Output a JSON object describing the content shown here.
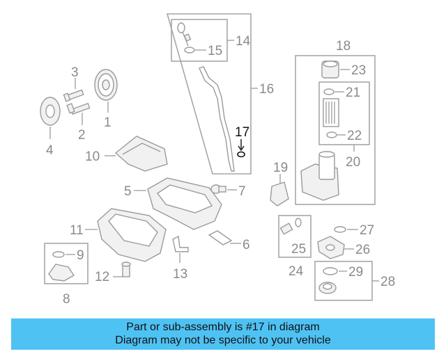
{
  "callouts": {
    "c1": "1",
    "c2": "2",
    "c3": "3",
    "c4": "4",
    "c5": "5",
    "c6": "6",
    "c7": "7",
    "c8": "8",
    "c9": "9",
    "c10": "10",
    "c11": "11",
    "c12": "12",
    "c13": "13",
    "c14": "14",
    "c15": "15",
    "c16": "16",
    "c17": "17",
    "c18": "18",
    "c19": "19",
    "c20": "20",
    "c21": "21",
    "c22": "22",
    "c23": "23",
    "c24": "24",
    "c25": "25",
    "c26": "26",
    "c27": "27",
    "c28": "28",
    "c29": "29"
  },
  "highlight_color": "#111111",
  "callout_color": "#8a8a8a",
  "banner": {
    "line1": "Part or sub-assembly is #17 in diagram",
    "line2": "Diagram may not be specific to your vehicle",
    "color": "#4fc2f4"
  }
}
